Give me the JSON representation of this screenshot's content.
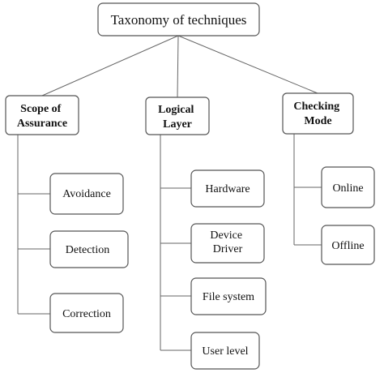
{
  "root": {
    "label": "Taxonomy of techniques"
  },
  "categories": [
    {
      "label_lines": [
        "Scope of",
        "Assurance"
      ],
      "children": [
        {
          "label_lines": [
            "Avoidance"
          ]
        },
        {
          "label_lines": [
            "Detection"
          ]
        },
        {
          "label_lines": [
            "Correction"
          ]
        }
      ]
    },
    {
      "label_lines": [
        "Logical",
        "Layer"
      ],
      "children": [
        {
          "label_lines": [
            "Hardware"
          ]
        },
        {
          "label_lines": [
            "Device",
            "Driver"
          ]
        },
        {
          "label_lines": [
            "File system"
          ]
        },
        {
          "label_lines": [
            "User level"
          ]
        }
      ]
    },
    {
      "label_lines": [
        "Checking",
        "Mode"
      ],
      "children": [
        {
          "label_lines": [
            "Online"
          ]
        },
        {
          "label_lines": [
            "Offline"
          ]
        }
      ]
    }
  ]
}
